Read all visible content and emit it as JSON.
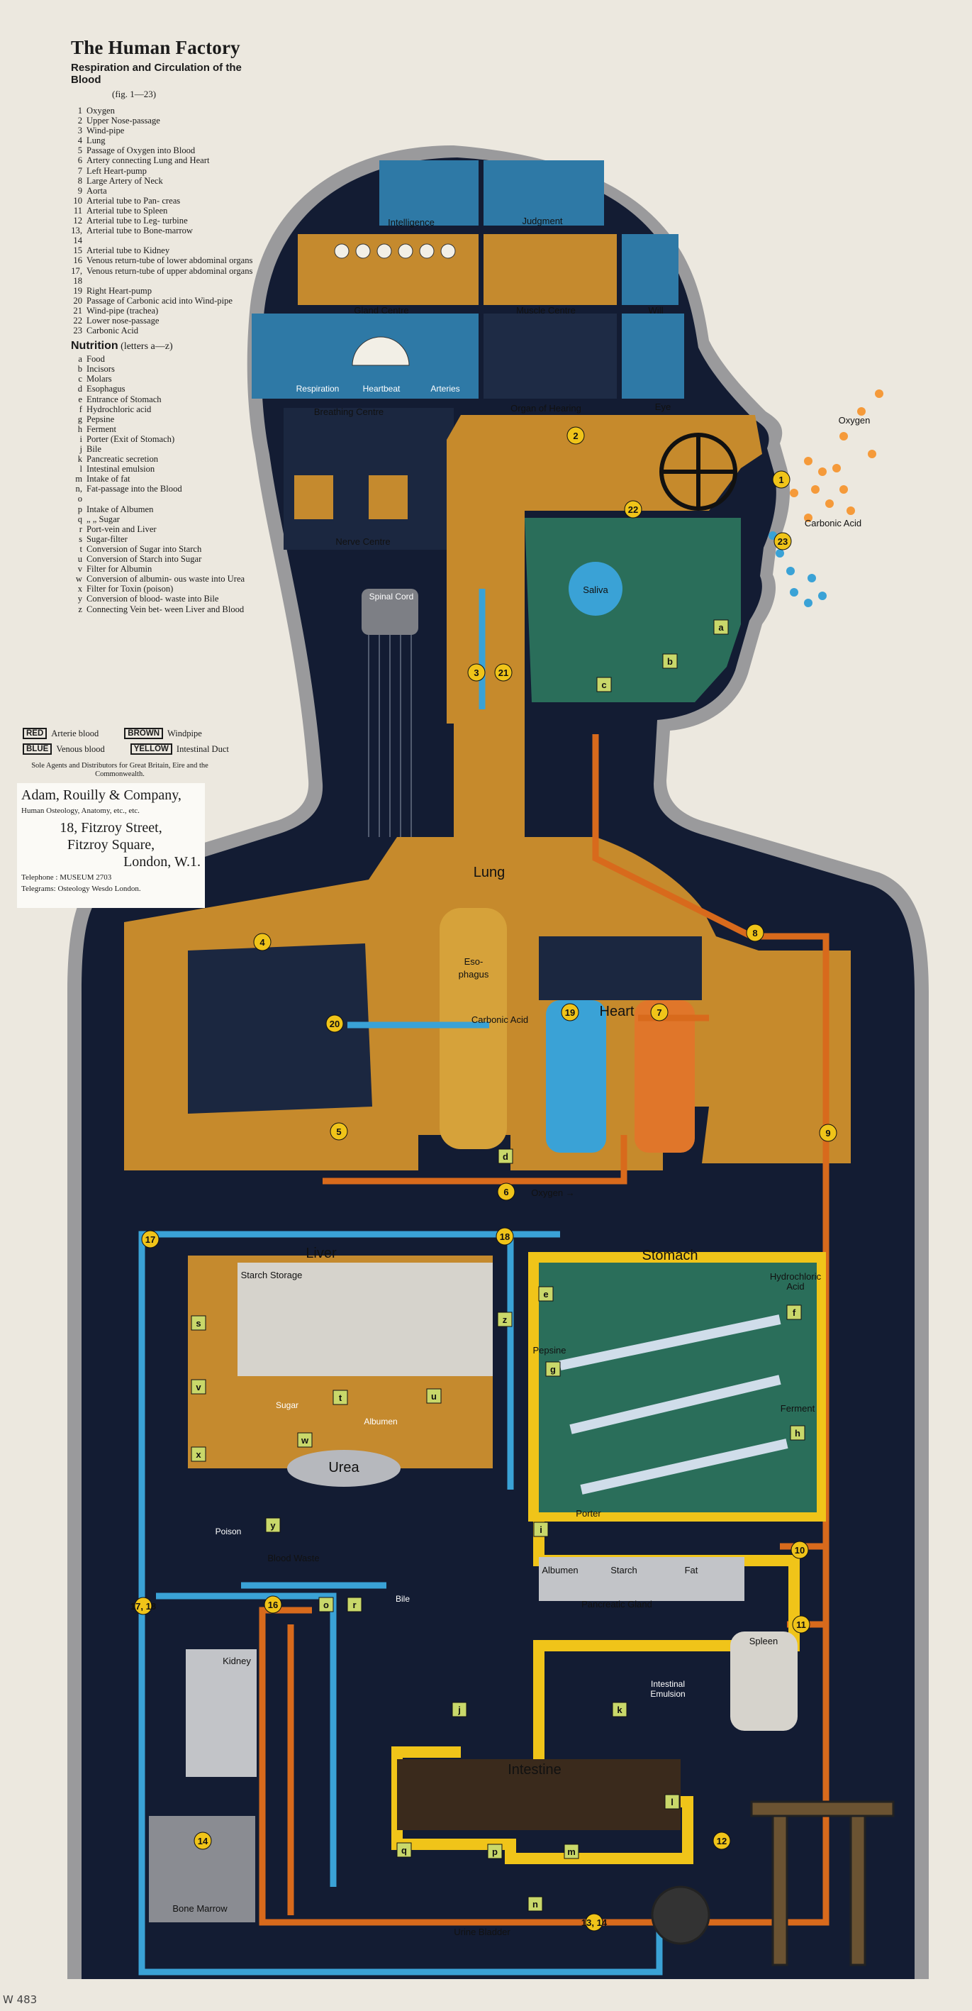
{
  "title": "The Human Factory",
  "subtitle": "Respiration and Circulation of the Blood",
  "fig_range": "(fig. 1—23)",
  "figures": [
    {
      "k": "1",
      "t": "Oxygen"
    },
    {
      "k": "2",
      "t": "Upper Nose-passage"
    },
    {
      "k": "3",
      "t": "Wind-pipe"
    },
    {
      "k": "4",
      "t": "Lung"
    },
    {
      "k": "5",
      "t": "Passage of Oxygen into Blood"
    },
    {
      "k": "6",
      "t": "Artery connecting Lung and Heart"
    },
    {
      "k": "7",
      "t": "Left Heart-pump"
    },
    {
      "k": "8",
      "t": "Large Artery of Neck"
    },
    {
      "k": "9",
      "t": "Aorta"
    },
    {
      "k": "10",
      "t": "Arterial tube to Pan- creas"
    },
    {
      "k": "11",
      "t": "Arterial tube to Spleen"
    },
    {
      "k": "12",
      "t": "Arterial tube to Leg- turbine"
    },
    {
      "k": "13, 14",
      "t": "Arterial tube to Bone-marrow"
    },
    {
      "k": "15",
      "t": "Arterial tube to Kidney"
    },
    {
      "k": "16",
      "t": "Venous return-tube of lower abdominal organs"
    },
    {
      "k": "17, 18",
      "t": "Venous return-tube of upper abdominal organs"
    },
    {
      "k": "19",
      "t": "Right Heart-pump"
    },
    {
      "k": "20",
      "t": "Passage of Carbonic acid into Wind-pipe"
    },
    {
      "k": "21",
      "t": "Wind-pipe (trachea)"
    },
    {
      "k": "22",
      "t": "Lower nose-passage"
    },
    {
      "k": "23",
      "t": "Carbonic Acid"
    }
  ],
  "nutrition_title": "Nutrition",
  "nutrition_range": "(letters a—z)",
  "nutrition": [
    {
      "k": "a",
      "t": "Food"
    },
    {
      "k": "b",
      "t": "Incisors"
    },
    {
      "k": "c",
      "t": "Molars"
    },
    {
      "k": "d",
      "t": "Esophagus"
    },
    {
      "k": "e",
      "t": "Entrance of Stomach"
    },
    {
      "k": "f",
      "t": "Hydrochloric acid"
    },
    {
      "k": "g",
      "t": "Pepsine"
    },
    {
      "k": "h",
      "t": "Ferment"
    },
    {
      "k": "i",
      "t": "Porter (Exit of Stomach)"
    },
    {
      "k": "j",
      "t": "Bile"
    },
    {
      "k": "k",
      "t": "Pancreatic secretion"
    },
    {
      "k": "l",
      "t": "Intestinal emulsion"
    },
    {
      "k": "m",
      "t": "Intake of fat"
    },
    {
      "k": "n, o",
      "t": "Fat-passage into the Blood"
    },
    {
      "k": "p",
      "t": "Intake of Albumen"
    },
    {
      "k": "q",
      "t": "„ „ Sugar"
    },
    {
      "k": "r",
      "t": "Port-vein and Liver"
    },
    {
      "k": "s",
      "t": "Sugar-filter"
    },
    {
      "k": "t",
      "t": "Conversion of Sugar into Starch"
    },
    {
      "k": "u",
      "t": "Conversion of Starch into Sugar"
    },
    {
      "k": "v",
      "t": "Filter for Albumin"
    },
    {
      "k": "w",
      "t": "Conversion of albumin- ous waste into Urea"
    },
    {
      "k": "x",
      "t": "Filter for Toxin (poison)"
    },
    {
      "k": "y",
      "t": "Conversion of blood- waste into Bile"
    },
    {
      "k": "z",
      "t": "Connecting Vein bet- ween Liver and Blood"
    }
  ],
  "key": {
    "red": "RED",
    "red_t": "Arterie blood",
    "brown": "BROWN",
    "brown_t": "Windpipe",
    "blue": "BLUE",
    "blue_t": "Venous blood",
    "yellow": "YELLOW",
    "yellow_t": "Intestinal Duct"
  },
  "sole_agents": "Sole Agents and Distributors for Great Britain, Eire and the Commonwealth.",
  "company": {
    "name": "Adam, Rouilly & Company,",
    "sub": "Human Osteology, Anatomy, etc., etc.",
    "addr1": "18, Fitzroy Street,",
    "addr2": "Fitzroy Square,",
    "addr3": "London, W.1.",
    "tel": "Telephone : MUSEUM 2703",
    "telegrams": "Telegrams: Osteology Wesdo London."
  },
  "catalog_mark": "W 483",
  "labels": {
    "intelligence": "Intelligence",
    "judgment": "Judgment",
    "gland_centre": "Gland Centre",
    "muscle_centre": "Muscle Centre",
    "will": "Will",
    "breathing_centre": "Breathing Centre",
    "organ_hearing": "Organ of Hearing",
    "eye": "Eye",
    "nerve_centre": "Nerve Centre",
    "spinal_cord": "Spinal Cord",
    "respiration": "Respiration",
    "heartbeat": "Heartbeat",
    "arteries": "Arteries",
    "oxygen": "Oxygen",
    "carbonic_acid": "Carbonic Acid",
    "saliva": "Saliva",
    "lung": "Lung",
    "esophagus_1": "Eso-",
    "esophagus_2": "phagus",
    "heart": "Heart",
    "carbonic_acid_tube": "Carbonic Acid",
    "oxygen_tube": "Oxygen →",
    "liver": "Liver",
    "stomach": "Stomach",
    "starch_storage": "Starch Storage",
    "hydrochloric_1": "Hydrochloric",
    "hydrochloric_2": "Acid",
    "pepsine": "Pepsine",
    "ferment": "Ferment",
    "sugar": "Sugar",
    "albumen": "Albumen",
    "urea": "Urea",
    "porter": "Porter",
    "albumen_store": "Albumen",
    "starch_store": "Starch",
    "fat_store": "Fat",
    "pancreatic_gland": "Pancreatic Gland",
    "blood_waste": "Blood Waste",
    "bile": "Bile",
    "kidney": "Kidney",
    "spleen": "Spleen",
    "intestinal_1": "Intestinal",
    "intestinal_2": "Emulsion",
    "intestine": "Intestine",
    "bone_marrow": "Bone Marrow",
    "urine_bladder": "Urine Bladder",
    "poison": "Poison"
  },
  "colors": {
    "body_dark": "#131c33",
    "lung_brown": "#c68a2c",
    "artery_red": "#d86a1c",
    "vein_blue": "#3aa2d6",
    "intestine_yellow": "#f0c419",
    "paper": "#ece8df"
  }
}
